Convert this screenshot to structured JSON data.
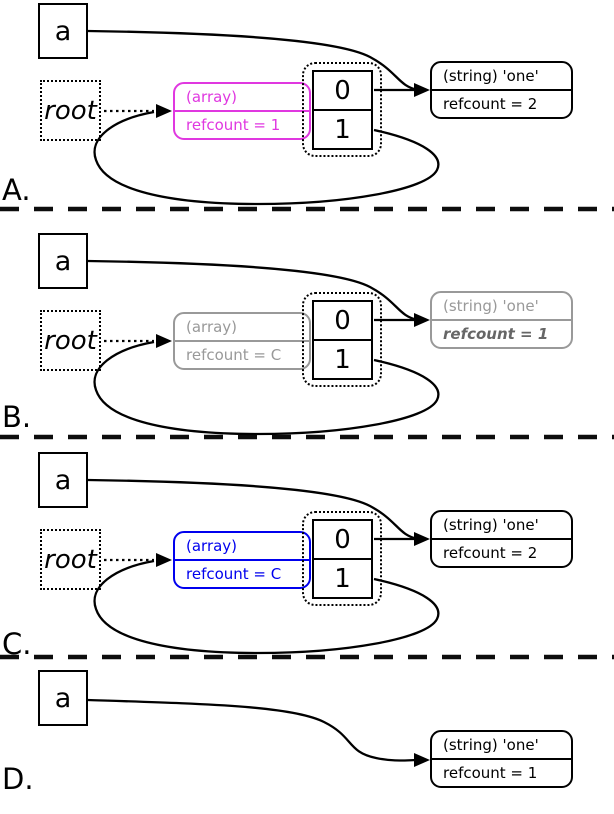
{
  "figure": {
    "type": "refcount-diagram",
    "line_color": "#000000",
    "panels": [
      {
        "label": "A.",
        "var_name": "a",
        "root_name": "root",
        "array_node": {
          "type_label": "(array)",
          "refcount_label": "refcount = 1",
          "color": "#e038e0"
        },
        "slots": [
          "0",
          "1"
        ],
        "string_node": {
          "type_label": "(string) 'one'",
          "refcount_label": "refcount = 2",
          "color": "#000000"
        }
      },
      {
        "label": "B.",
        "var_name": "a",
        "root_name": "root",
        "array_node": {
          "type_label": "(array)",
          "refcount_label": "refcount = C",
          "color": "#999999"
        },
        "slots": [
          "0",
          "1"
        ],
        "string_node": {
          "type_label": "(string) 'one'",
          "refcount_label": "refcount = 1",
          "color": "#999999",
          "emphasized": true
        }
      },
      {
        "label": "C.",
        "var_name": "a",
        "root_name": "root",
        "array_node": {
          "type_label": "(array)",
          "refcount_label": "refcount = C",
          "color": "#0000ee"
        },
        "slots": [
          "0",
          "1"
        ],
        "string_node": {
          "type_label": "(string) 'one'",
          "refcount_label": "refcount = 2",
          "color": "#000000"
        }
      },
      {
        "label": "D.",
        "var_name": "a",
        "string_node": {
          "type_label": "(string) 'one'",
          "refcount_label": "refcount = 1",
          "color": "#000000"
        }
      }
    ]
  }
}
